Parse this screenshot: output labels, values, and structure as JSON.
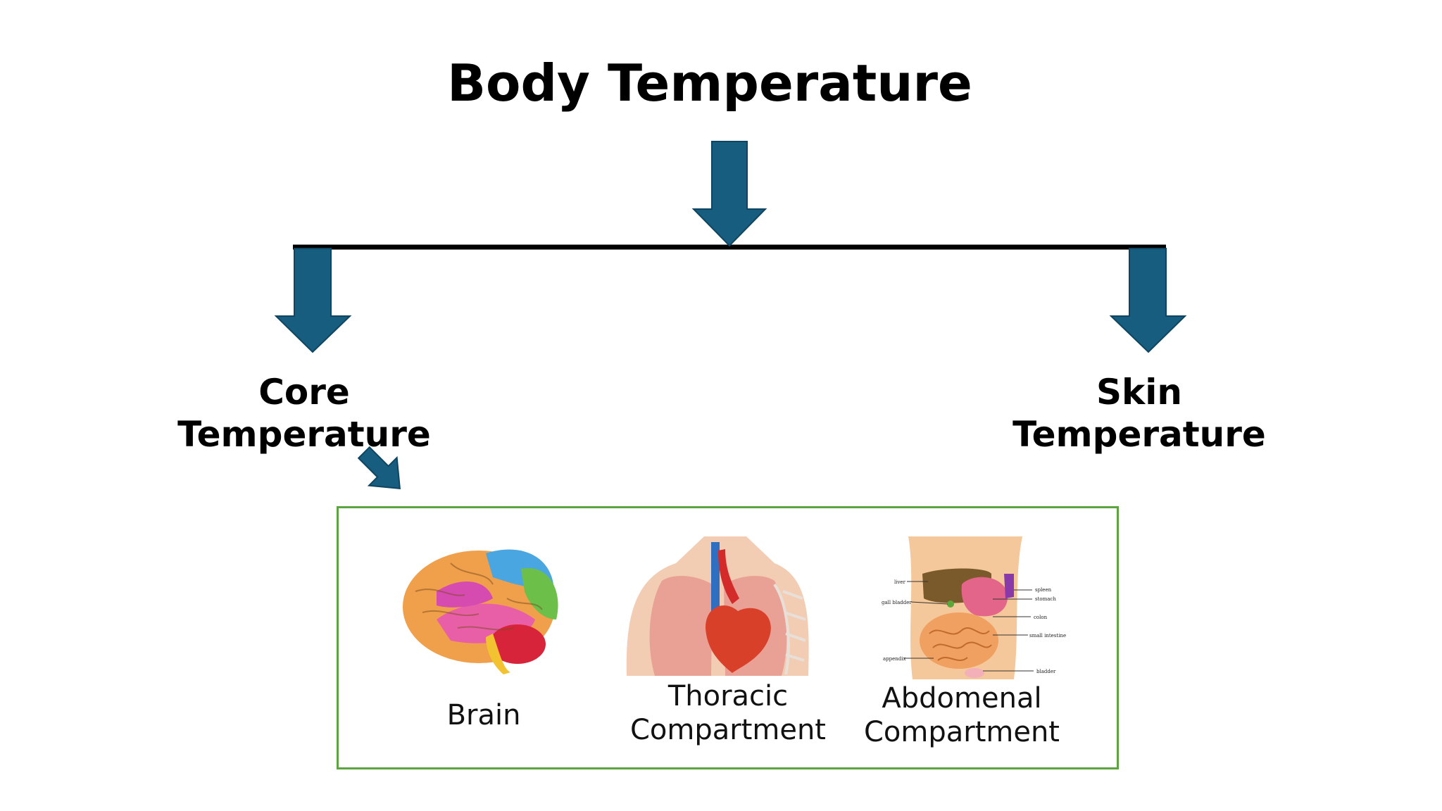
{
  "title": "Body Temperature",
  "branches": {
    "core": {
      "line1": "Core",
      "line2": "Temperature"
    },
    "skin": {
      "line1": "Skin",
      "line2": "Temperature"
    }
  },
  "core_sites": {
    "brain": {
      "line1": "Brain"
    },
    "thoracic": {
      "line1": "Thoracic",
      "line2": "Compartment"
    },
    "abdominal": {
      "line1": "Abdomenal",
      "line2": "Compartment"
    }
  },
  "abdomen_labels": {
    "liver": "liver",
    "gallbladder": "gall bladder",
    "appendix": "appendix",
    "spleen": "spleen",
    "stomach": "stomach",
    "colon": "colon",
    "small_intestine": "small intestine",
    "bladder": "bladder"
  },
  "colors": {
    "arrow": "#165d80",
    "line": "#000000",
    "box_border": "#5ba43f"
  }
}
